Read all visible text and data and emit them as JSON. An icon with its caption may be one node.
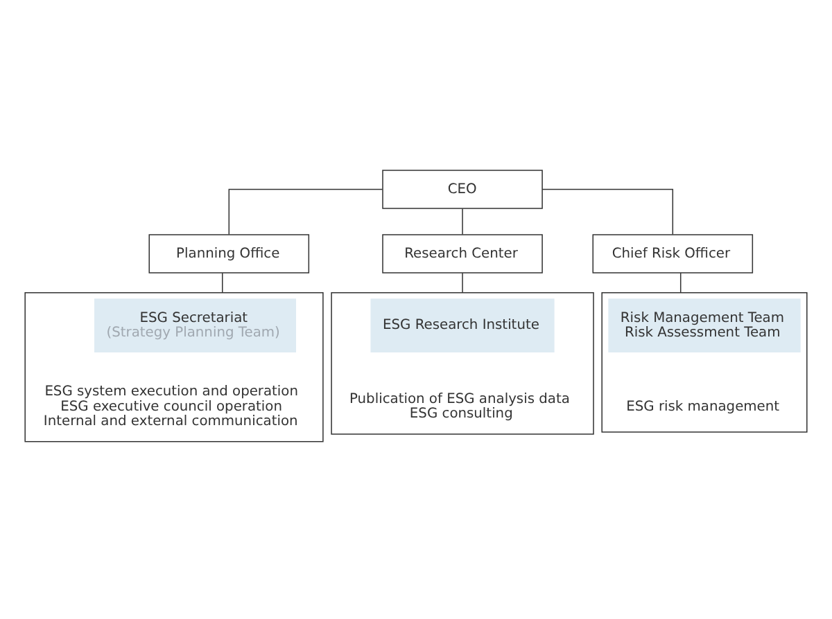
{
  "diagram": {
    "nodes": [
      {
        "text": [
          "CEO"
        ]
      },
      {
        "text": [
          "Planning Office"
        ]
      },
      {
        "text": [
          "Research Center"
        ]
      },
      {
        "text": [
          "Chief Risk Officer"
        ]
      },
      {
        "text": [],
        "shape": "box"
      },
      {
        "text": [
          "ESG Secretariat",
          "(Strategy Planning Team)"
        ],
        "in": 4
      },
      {
        "text": [
          "ESG system execution and operation",
          "ESG executive council operation",
          "Internal and external communication"
        ],
        "in": 4
      },
      {
        "text": [],
        "shape": "box"
      },
      {
        "text": [
          "ESG Research Institute"
        ],
        "in": 7
      },
      {
        "text": [
          "Publication of ESG analysis data",
          "ESG consulting"
        ],
        "in": 7
      },
      {
        "text": [],
        "shape": "box"
      },
      {
        "text": [
          "Risk Management Team",
          "Risk Assessment Team"
        ],
        "in": 10
      },
      {
        "text": [
          "ESG risk management"
        ],
        "in": 10
      }
    ],
    "edges": [
      {
        "from": 0,
        "to": 1,
        "arrow": "none"
      },
      {
        "from": 0,
        "to": 2,
        "arrow": "none"
      },
      {
        "from": 0,
        "to": 3,
        "arrow": "none"
      },
      {
        "from": 1,
        "to": 4,
        "arrow": "none"
      },
      {
        "from": 2,
        "to": 7,
        "arrow": "none"
      },
      {
        "from": 3,
        "to": 10,
        "arrow": "none"
      }
    ]
  }
}
